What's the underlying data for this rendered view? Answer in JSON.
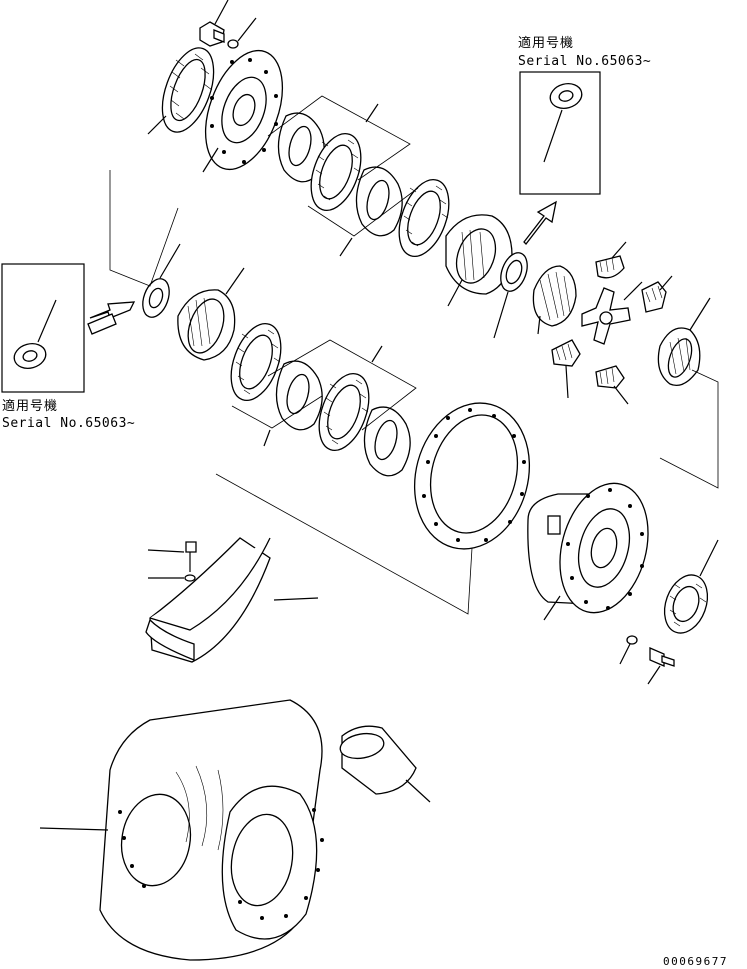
{
  "callouts": [
    {
      "id": "applicable-serial-top",
      "jp": "適用号機",
      "serial": "Serial No.65063~"
    },
    {
      "id": "applicable-serial-left",
      "jp": "適用号機",
      "serial": "Serial No.65063~"
    }
  ],
  "drawing_code": "00069677",
  "colors": {
    "ink": "#000000",
    "paper": "#ffffff"
  }
}
